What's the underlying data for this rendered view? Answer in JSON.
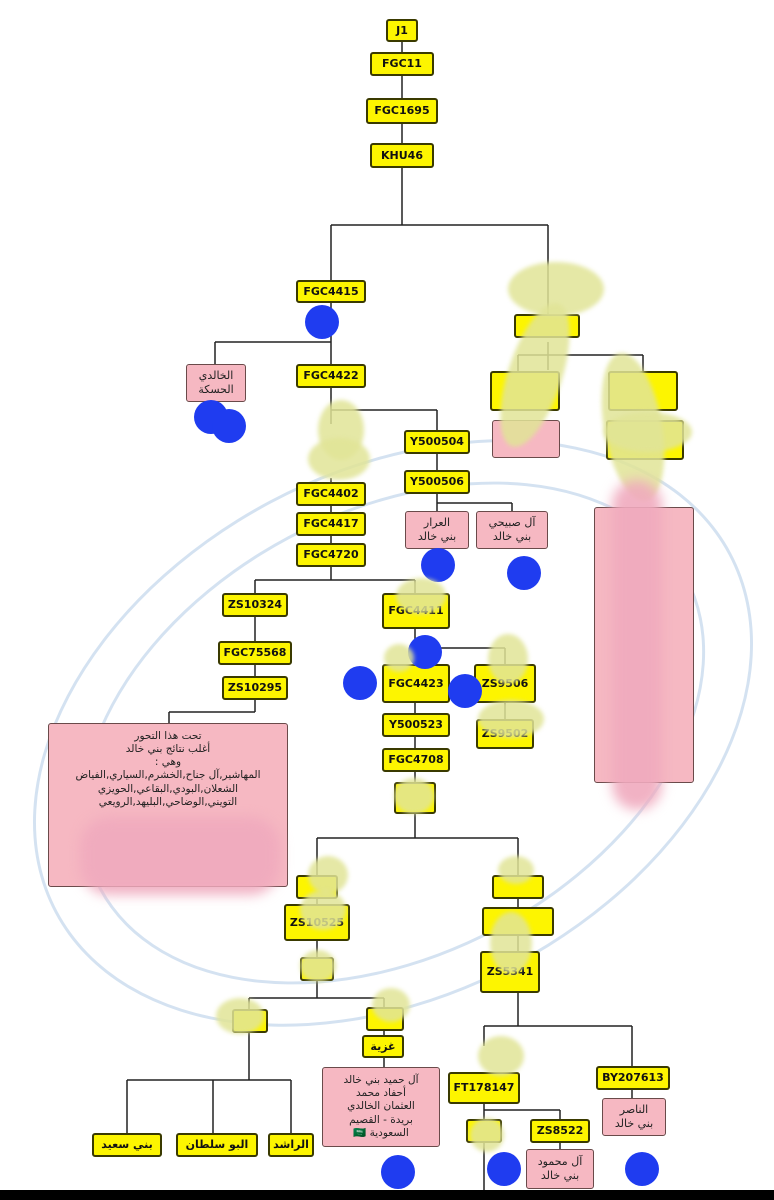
{
  "nodes": {
    "j1": "J1",
    "fgc11": "FGC11",
    "fgc1695": "FGC1695",
    "khu46": "KHU46",
    "fgc4415": "FGC4415",
    "fgc4422": "FGC4422",
    "khaldi_haska": "الخالدي\nالحسكة",
    "y500504": "Y500504",
    "y500506": "Y500506",
    "fgc4402": "FGC4402",
    "fgc4417": "FGC4417",
    "fgc4720": "FGC4720",
    "aarar": "العرار\nبني خالد",
    "subaihi": "آل صبيحي\nبني خالد",
    "zs10324": "ZS10324",
    "fgc75568": "FGC75568",
    "zs10295": "ZS10295",
    "fgc4411": "FGC4411",
    "fgc4423": "FGC4423",
    "zs9506": "ZS9506",
    "zs9502": "ZS9502",
    "y500523": "Y500523",
    "fgc4708": "FGC4708",
    "zs10525": "ZS10525",
    "zs5341": "ZS5341",
    "ghuzayya": "غزية",
    "hamid": "آل حميد بني خالد\nأحفاد محمد\nالعثمان الخالدي\nبريدة - القصيم\nالسعودية 🇸🇦",
    "bani_saeed": "بني سعيد",
    "bu_sultan": "البو سلطان",
    "rashid": "الراشد",
    "ft178147": "FT178147",
    "by207613": "BY207613",
    "zs8522": "ZS8522",
    "mahmoud": "آل محمود\nبني خالد",
    "nasser": "الناصر\nبني خالد",
    "big_box": "تحت هذا التحور\nأغلب نتائج بني خالد\nوهي :\nالمهاشير,آل جناح,الخشرم,السياري,الفياض\nالشعلان,البودي,البقاعي,الحويزي\nالتويني,الوضاحي,البليهد,الرويعي"
  },
  "colors": {
    "yellow_node": "#fdf500",
    "pink_node": "#f6b8c2",
    "marker_dot": "#1f3cf0",
    "connector": "#222222"
  }
}
